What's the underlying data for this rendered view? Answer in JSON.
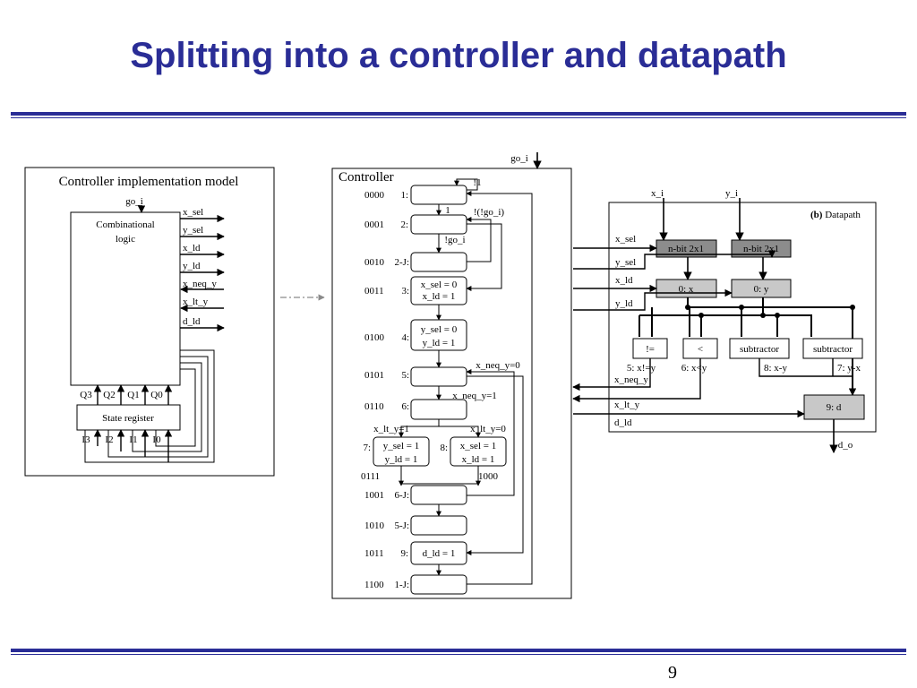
{
  "slide": {
    "title": "Splitting into a controller and datapath",
    "page_number": "9"
  },
  "implementation_model": {
    "title": "Controller implementation model",
    "input": "go_i",
    "comb_logic": [
      "Combinational",
      "logic"
    ],
    "outputs": [
      "x_sel",
      "y_sel",
      "x_ld",
      "y_ld",
      "x_neq_y",
      "x_lt_y",
      "d_ld"
    ],
    "state_register": "State register",
    "q_labels": [
      "Q3",
      "Q2",
      "Q1",
      "Q0"
    ],
    "i_labels": [
      "I3",
      "I2",
      "I1",
      "I0"
    ]
  },
  "controller": {
    "title": "Controller",
    "input": "go_i",
    "states": [
      {
        "code": "0000",
        "num": "1:",
        "actions": []
      },
      {
        "code": "0001",
        "num": "2:",
        "actions": []
      },
      {
        "code": "0010",
        "num": "2-J:",
        "actions": []
      },
      {
        "code": "0011",
        "num": "3:",
        "actions": [
          "x_sel = 0",
          "x_ld = 1"
        ]
      },
      {
        "code": "0100",
        "num": "4:",
        "actions": [
          "y_sel = 0",
          "y_ld = 1"
        ]
      },
      {
        "code": "0101",
        "num": "5:",
        "actions": []
      },
      {
        "code": "0110",
        "num": "6:",
        "actions": []
      },
      {
        "code": "0111",
        "num": "7:",
        "actions": [
          "y_sel = 1",
          "y_ld = 1"
        ]
      },
      {
        "code": "1000",
        "num": "8:",
        "actions": [
          "x_sel = 1",
          "x_ld = 1"
        ]
      },
      {
        "code": "1001",
        "num": "6-J:",
        "actions": []
      },
      {
        "code": "1010",
        "num": "5-J:",
        "actions": []
      },
      {
        "code": "1011",
        "num": "9:",
        "actions": [
          "d_ld = 1"
        ]
      },
      {
        "code": "1100",
        "num": "1-J:",
        "actions": []
      }
    ],
    "transitions": {
      "not1": "!1",
      "one": "1",
      "not_not_go": "!(!go_i)",
      "not_go": "!go_i",
      "neq0": "x_neq_y=0",
      "neq1": "x_neq_y=1",
      "lt1": "x_lt_y=1",
      "lt0": "x_lt_y=0"
    }
  },
  "datapath": {
    "title_bold": "(b)",
    "title": " Datapath",
    "inputs": [
      "x_i",
      "y_i"
    ],
    "control_in": [
      "x_sel",
      "y_sel",
      "x_ld",
      "y_ld"
    ],
    "muxes": [
      "n-bit 2x1",
      "n-bit 2x1"
    ],
    "regs": [
      "0: x",
      "0: y"
    ],
    "units": [
      "!=",
      "<",
      "subtractor",
      "subtractor"
    ],
    "unit_labels": [
      "5: x!=y",
      "6: x<y",
      "8: x-y",
      "7: y-x"
    ],
    "status_out": [
      "x_neq_y",
      "x_lt_y"
    ],
    "d_ld": "d_ld",
    "d_reg": "9: d",
    "output": "d_o"
  },
  "colors": {
    "title": "#2a2d96",
    "rule": "#2a2d96",
    "mux_fill": "#8c8c8c",
    "reg_fill": "#c8c8c8",
    "dashed_arrow": "#8a8a8a"
  }
}
